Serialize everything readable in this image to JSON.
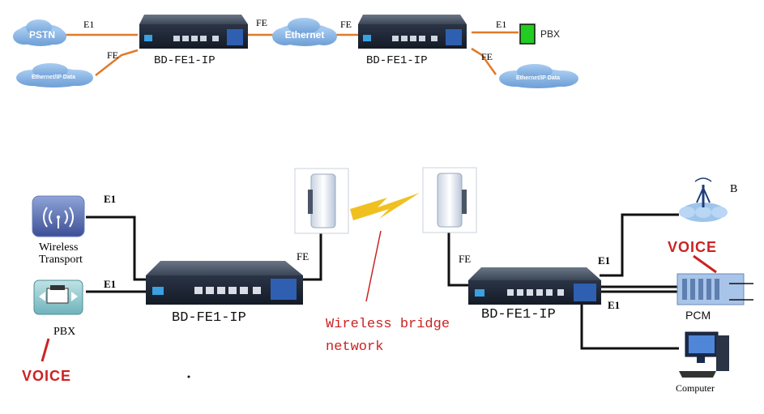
{
  "top": {
    "cloud_pstn": "PSTN",
    "cloud_data_left": "Ethernet/IP Data",
    "cloud_ethernet": "Ethernet",
    "cloud_data_right": "Ethernet/IP Data",
    "device_left": "BD-FE1-IP",
    "device_right": "BD-FE1-IP",
    "link_e1_left": "E1",
    "link_fe_left": "FE",
    "link_fe_mid_left": "FE",
    "link_fe_mid_right": "FE",
    "link_e1_right": "E1",
    "link_fe_right": "FE",
    "pbx": "PBX"
  },
  "bottom": {
    "wireless_transport": "Wireless\nTransport",
    "pbx": "PBX",
    "voice_left": "VOICE",
    "link_e1_upper_left": "E1",
    "link_e1_lower_left": "E1",
    "device_left": "BD-FE1-IP",
    "link_fe_left": "FE",
    "link_fe_right": "FE",
    "wireless_bridge_line1": "Wireless bridge",
    "wireless_bridge_line2": "network",
    "device_right": "BD-FE1-IP",
    "link_e1_upper_right": "E1",
    "link_e1_lower_right": "E1",
    "label_b": "B",
    "voice_right": "VOICE",
    "pcm": "PCM",
    "computer": "Computer"
  },
  "colors": {
    "link_orange": "#e07a2a",
    "cloud_blue": "#7fb0e4",
    "device_body": "#1f2a3a",
    "pbx_green": "#22cc22",
    "bridge_yellow": "#f0c020",
    "voice_red": "#cc2222"
  }
}
